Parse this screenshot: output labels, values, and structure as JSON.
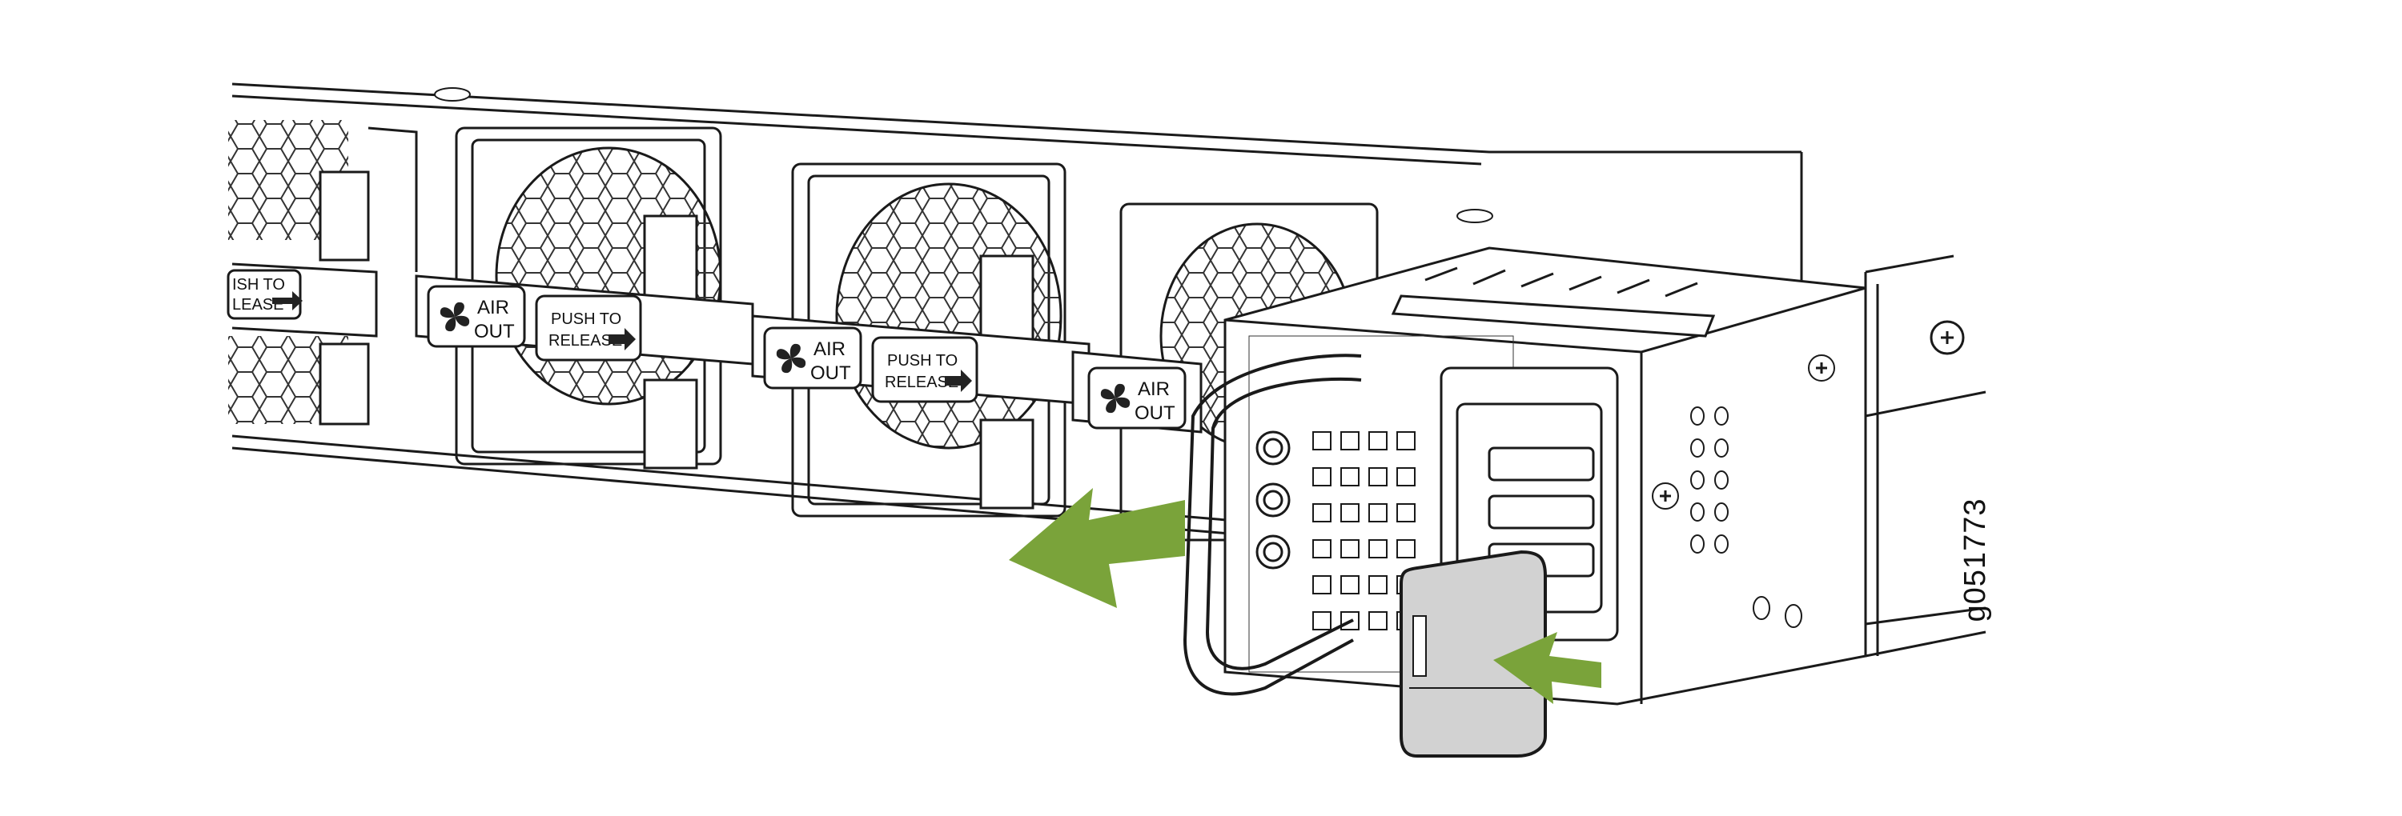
{
  "figure_id": "g051773",
  "labels": {
    "air": "AIR",
    "out": "OUT",
    "push_to": "PUSH TO",
    "release": "RELEASE",
    "partial_push": "ISH TO",
    "partial_release": "LEASE"
  },
  "icons": {
    "fan": "fan-icon",
    "arrow_right": "arrow-right-icon",
    "ground": "ground-symbol-icon",
    "pull_arrow": "pull-arrow-icon",
    "push_arrow": "push-arrow-icon"
  },
  "colors": {
    "line": "#1a1a1a",
    "arrow_green": "#7aa33a",
    "latch_gray": "#d2d2d2",
    "background": "#ffffff"
  }
}
